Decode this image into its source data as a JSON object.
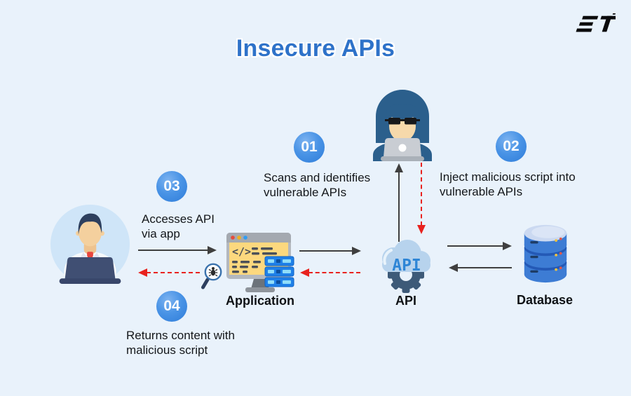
{
  "header": {
    "title": "Insecure APIs",
    "logo_text": "ET"
  },
  "steps": [
    {
      "num": "01",
      "line1": "Scans and identifies",
      "line2": "vulnerable APIs"
    },
    {
      "num": "02",
      "line1": "Inject malicious script into",
      "line2": "vulnerable APIs"
    },
    {
      "num": "03",
      "line1": "Accesses API",
      "line2": "via app"
    },
    {
      "num": "04",
      "line1": "Returns content with",
      "line2": "malicious script"
    }
  ],
  "nodes": {
    "application": {
      "label": "Application",
      "code_glyph": "</>"
    },
    "api": {
      "label": "API",
      "cloud_text": "API"
    },
    "database": {
      "label": "Database"
    }
  },
  "colors": {
    "background": "#e9f2fb",
    "title": "#2e72c9",
    "arrow": "#3f3f3f",
    "attack": "#e8221e",
    "text": "#14171a"
  }
}
